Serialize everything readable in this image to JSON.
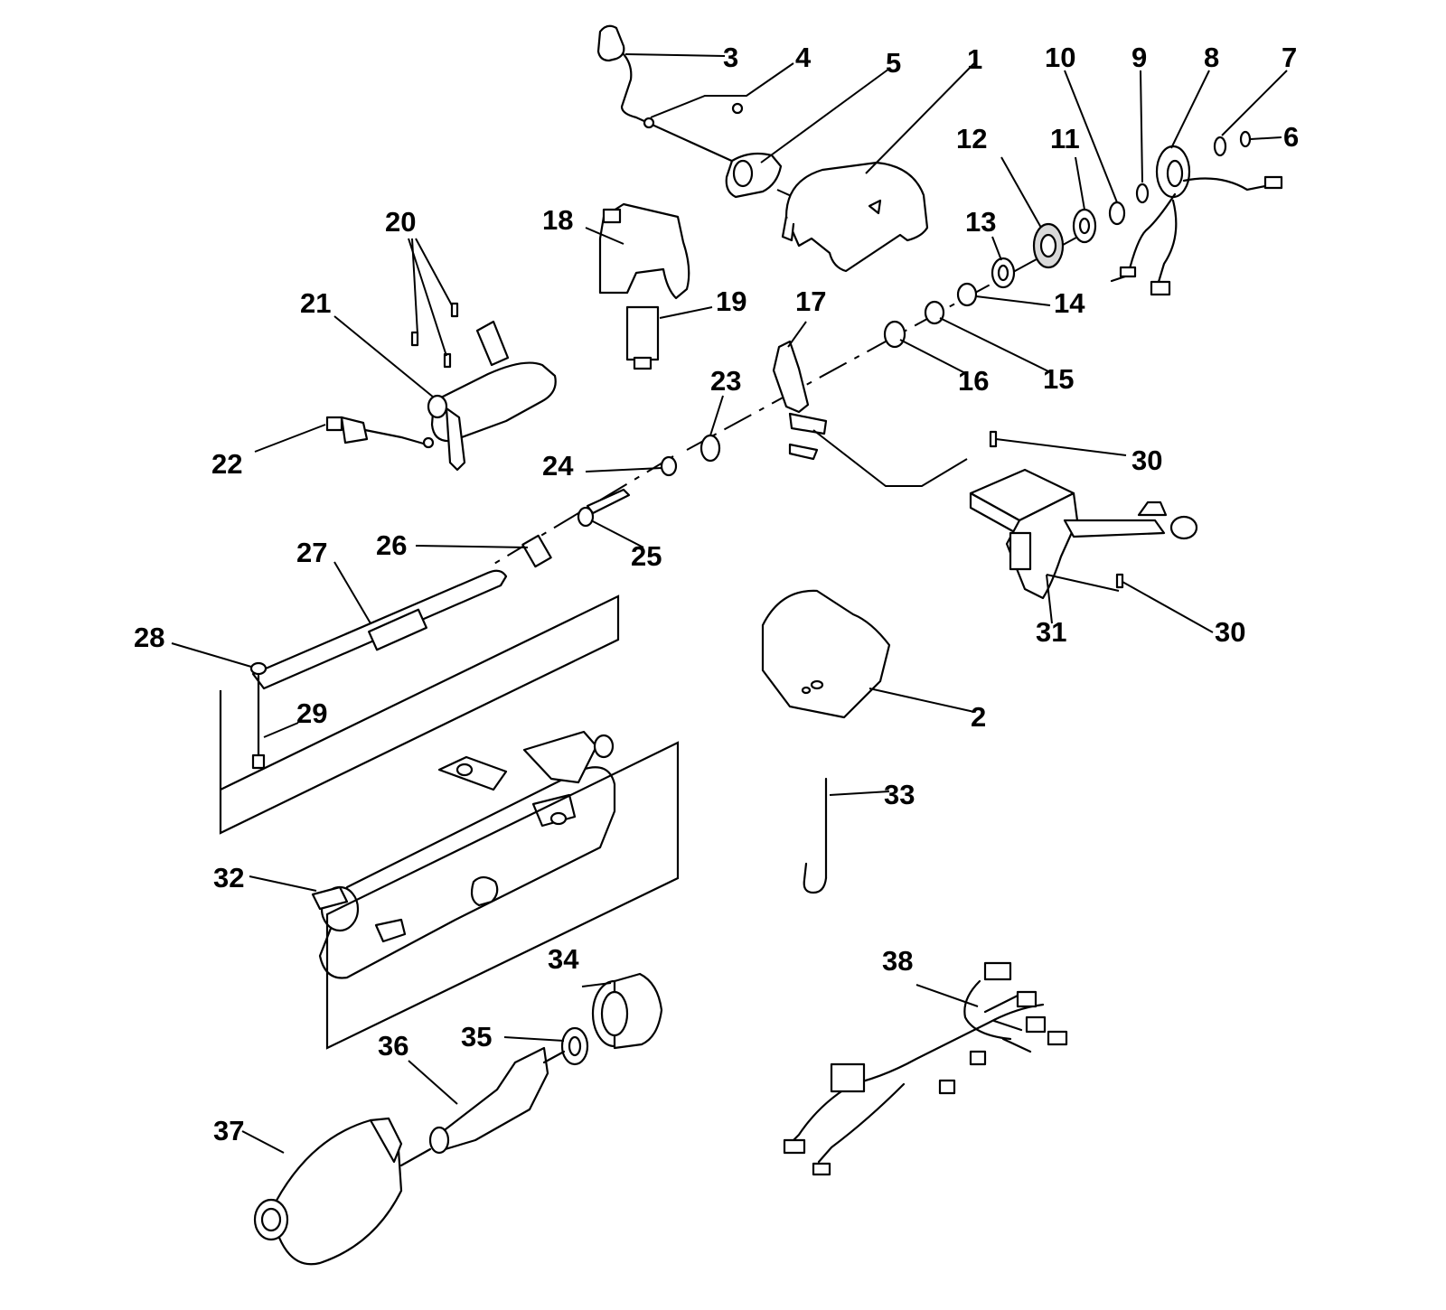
{
  "diagram": {
    "callouts": [
      "1",
      "2",
      "3",
      "4",
      "5",
      "6",
      "7",
      "8",
      "9",
      "10",
      "11",
      "12",
      "13",
      "14",
      "15",
      "16",
      "17",
      "18",
      "19",
      "20",
      "21",
      "22",
      "23",
      "24",
      "25",
      "26",
      "27",
      "28",
      "29",
      "30",
      "30",
      "31",
      "32",
      "33",
      "34",
      "35",
      "36",
      "37",
      "38"
    ]
  }
}
